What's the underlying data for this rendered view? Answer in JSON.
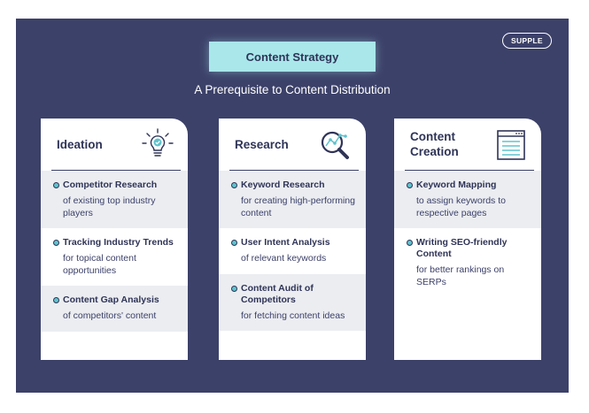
{
  "header": {
    "title": "Content Strategy",
    "subtitle": "A Prerequisite to Content Distribution",
    "logo_text": "SUPPLE"
  },
  "colors": {
    "background": "#3c4169",
    "title_box": "#a9e7eb",
    "accent": "#5ec3cd",
    "card": "#ffffff",
    "shaded_row": "#ebedf1"
  },
  "columns": [
    {
      "title": "Ideation",
      "icon": "lightbulb-check-icon",
      "items": [
        {
          "title": "Competitor Research",
          "desc": "of existing top industry players"
        },
        {
          "title": "Tracking Industry Trends",
          "desc": "for topical content opportunities"
        },
        {
          "title": "Content Gap Analysis",
          "desc": "of competitors' content"
        }
      ]
    },
    {
      "title": "Research",
      "icon": "magnifier-chart-icon",
      "items": [
        {
          "title": "Keyword Research",
          "desc": "for creating high-performing content"
        },
        {
          "title": "User Intent Analysis",
          "desc": "of relevant keywords"
        },
        {
          "title": "Content Audit of Competitors",
          "desc": "for fetching content ideas"
        }
      ]
    },
    {
      "title": "Content Creation",
      "icon": "document-window-icon",
      "items": [
        {
          "title": "Keyword Mapping",
          "desc": "to assign keywords to respective pages"
        },
        {
          "title": "Writing SEO-friendly Content",
          "desc": "for better rankings on SERPs"
        }
      ]
    }
  ]
}
